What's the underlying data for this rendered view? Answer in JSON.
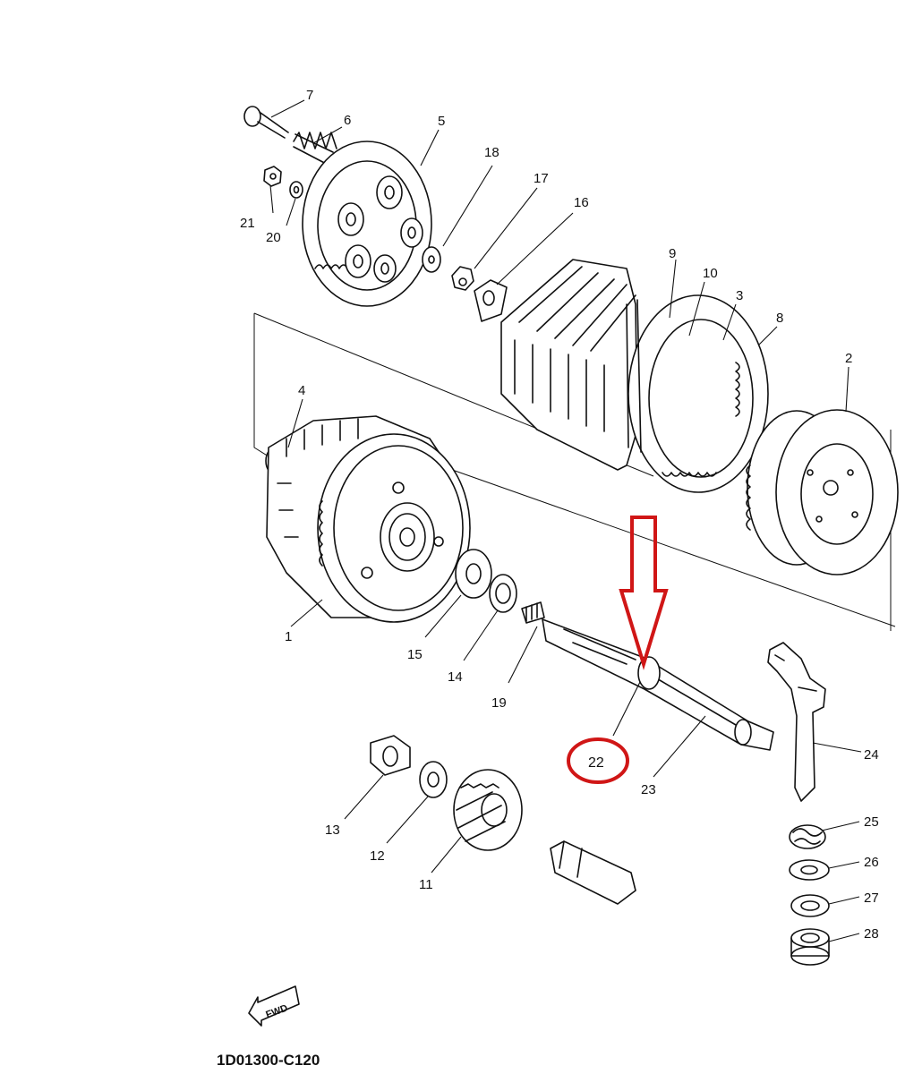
{
  "callouts": [
    {
      "num": "1"
    },
    {
      "num": "2"
    },
    {
      "num": "3"
    },
    {
      "num": "4"
    },
    {
      "num": "5"
    },
    {
      "num": "6"
    },
    {
      "num": "7"
    },
    {
      "num": "8"
    },
    {
      "num": "9"
    },
    {
      "num": "10"
    },
    {
      "num": "11"
    },
    {
      "num": "12"
    },
    {
      "num": "13"
    },
    {
      "num": "14"
    },
    {
      "num": "15"
    },
    {
      "num": "16"
    },
    {
      "num": "17"
    },
    {
      "num": "18"
    },
    {
      "num": "19"
    },
    {
      "num": "20"
    },
    {
      "num": "21"
    },
    {
      "num": "23"
    },
    {
      "num": "24"
    },
    {
      "num": "25"
    },
    {
      "num": "26"
    },
    {
      "num": "27"
    },
    {
      "num": "28"
    }
  ],
  "highlight": {
    "num": "22",
    "color": "#d01616"
  },
  "fwd_label": "FWD",
  "diagram_code": "1D01300-C120"
}
